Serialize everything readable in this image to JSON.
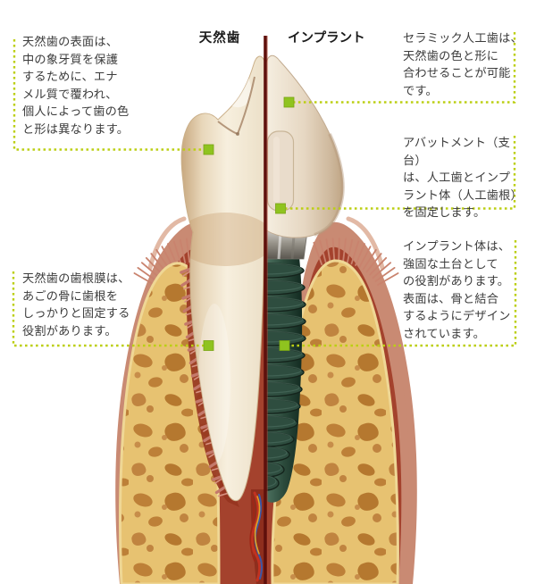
{
  "page": {
    "title_left": "天然歯",
    "title_right": "インプラント"
  },
  "annotations": [
    {
      "id": "enamel",
      "side": "left",
      "text": "天然歯の表面は、\n中の象牙質を保護\nするために、エナ\nメル質で覆われ、\n個人によって歯の色\nと形は異なります。"
    },
    {
      "id": "periodontal-membrane",
      "side": "left",
      "text": "天然歯の歯根膜は、\nあごの骨に歯根を\nしっかりと固定する\n役割があります。"
    },
    {
      "id": "ceramic-crown",
      "side": "right",
      "text": "セラミック人工歯は、\n天然歯の色と形に\n合わせることが可能\nです。"
    },
    {
      "id": "abutment",
      "side": "right",
      "text": "アバットメント（支台）\nは、人工歯とインプ\nラント体（人工歯根）\nを固定します。"
    },
    {
      "id": "implant-body",
      "side": "right",
      "text": "インプラント体は、\n強固な土台として\nの役割があります。\n表面は、骨と結合\nするようにデザイン\nされています。"
    }
  ],
  "colors": {
    "accent_square": "#8fc31f",
    "accent_dots": "#bccf14",
    "divider": "#5f100c",
    "label_text": "#1a1a1a",
    "note_text": "#3c3c3c",
    "gum_outer": "#c98a73",
    "gum_inner": "#a23f2b",
    "bone": "#e7c271",
    "bone_pore": "#bd8038",
    "tooth": "#f2e8d6",
    "implant_body": "#2e4d3f",
    "abutment_metal": "#b8b5b0",
    "ligament": "#c4796b",
    "vessel_red": "#c23220",
    "vessel_blue": "#3b57a8",
    "vessel_yellow": "#e0a327"
  }
}
